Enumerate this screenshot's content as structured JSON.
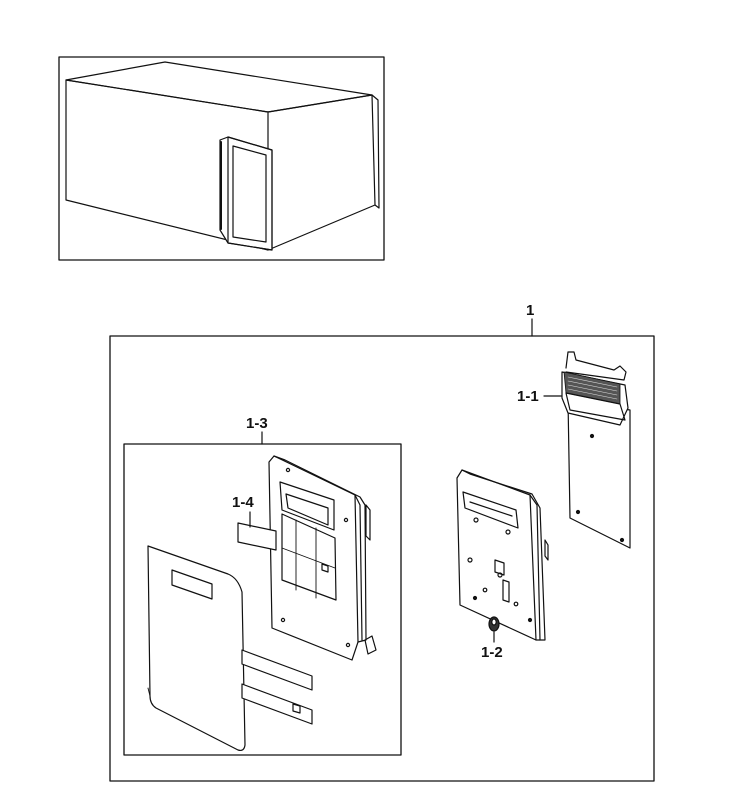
{
  "labels": {
    "assembly": "1",
    "pcb": "1-1",
    "bracket": "1-2",
    "control_panel": "1-3",
    "window": "1-4"
  },
  "colors": {
    "line": "#111111",
    "shade": "#555555",
    "background": "#ffffff"
  }
}
